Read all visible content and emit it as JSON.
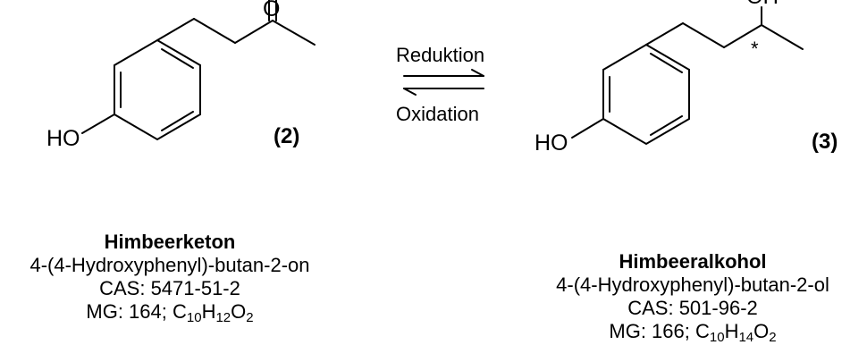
{
  "compound_2": {
    "number": "(2)",
    "name": "Himbeerketon",
    "iupac": "4-(4-Hydroxyphenyl)-butan-2-on",
    "cas": "CAS: 5471-51-2",
    "mw_prefix": "MG: 164; ",
    "formula": {
      "c": "C",
      "c_count": "10",
      "h": "H",
      "h_count": "12",
      "o": "O",
      "o_count": "2"
    },
    "atoms": {
      "hydroxyl": "HO",
      "carbonyl_oxygen": "O"
    }
  },
  "compound_3": {
    "number": "(3)",
    "name": "Himbeeralkohol",
    "iupac": "4-(4-Hydroxyphenyl)-butan-2-ol",
    "cas": "CAS: 501-96-2",
    "mw_prefix": "MG: 166; ",
    "formula": {
      "c": "C",
      "c_count": "10",
      "h": "H",
      "h_count": "14",
      "o": "O",
      "o_count": "2"
    },
    "atoms": {
      "hydroxyl": "HO",
      "alcohol": "OH",
      "stereocenter": "*"
    }
  },
  "reaction": {
    "forward_label": "Reduktion",
    "reverse_label": "Oxidation"
  }
}
